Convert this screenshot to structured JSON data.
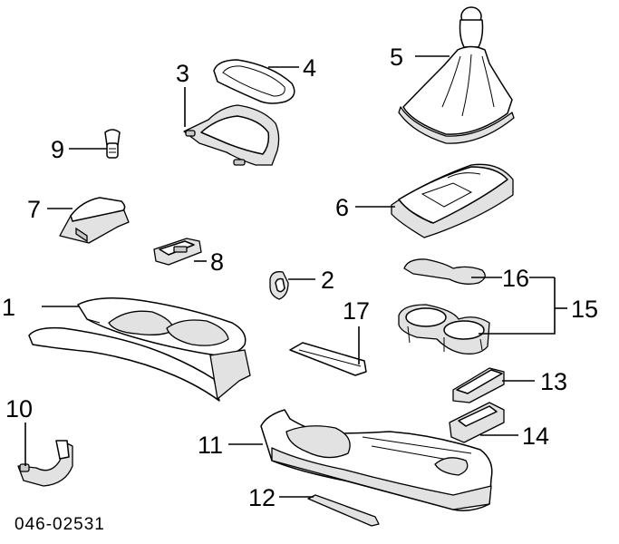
{
  "diagram": {
    "part_number": "046-02531",
    "callouts": {
      "c1": "1",
      "c2": "2",
      "c3": "3",
      "c4": "4",
      "c5": "5",
      "c6": "6",
      "c7": "7",
      "c8": "8",
      "c9": "9",
      "c10": "10",
      "c11": "11",
      "c12": "12",
      "c13": "13",
      "c14": "14",
      "c15": "15",
      "c16": "16",
      "c17": "17"
    }
  }
}
